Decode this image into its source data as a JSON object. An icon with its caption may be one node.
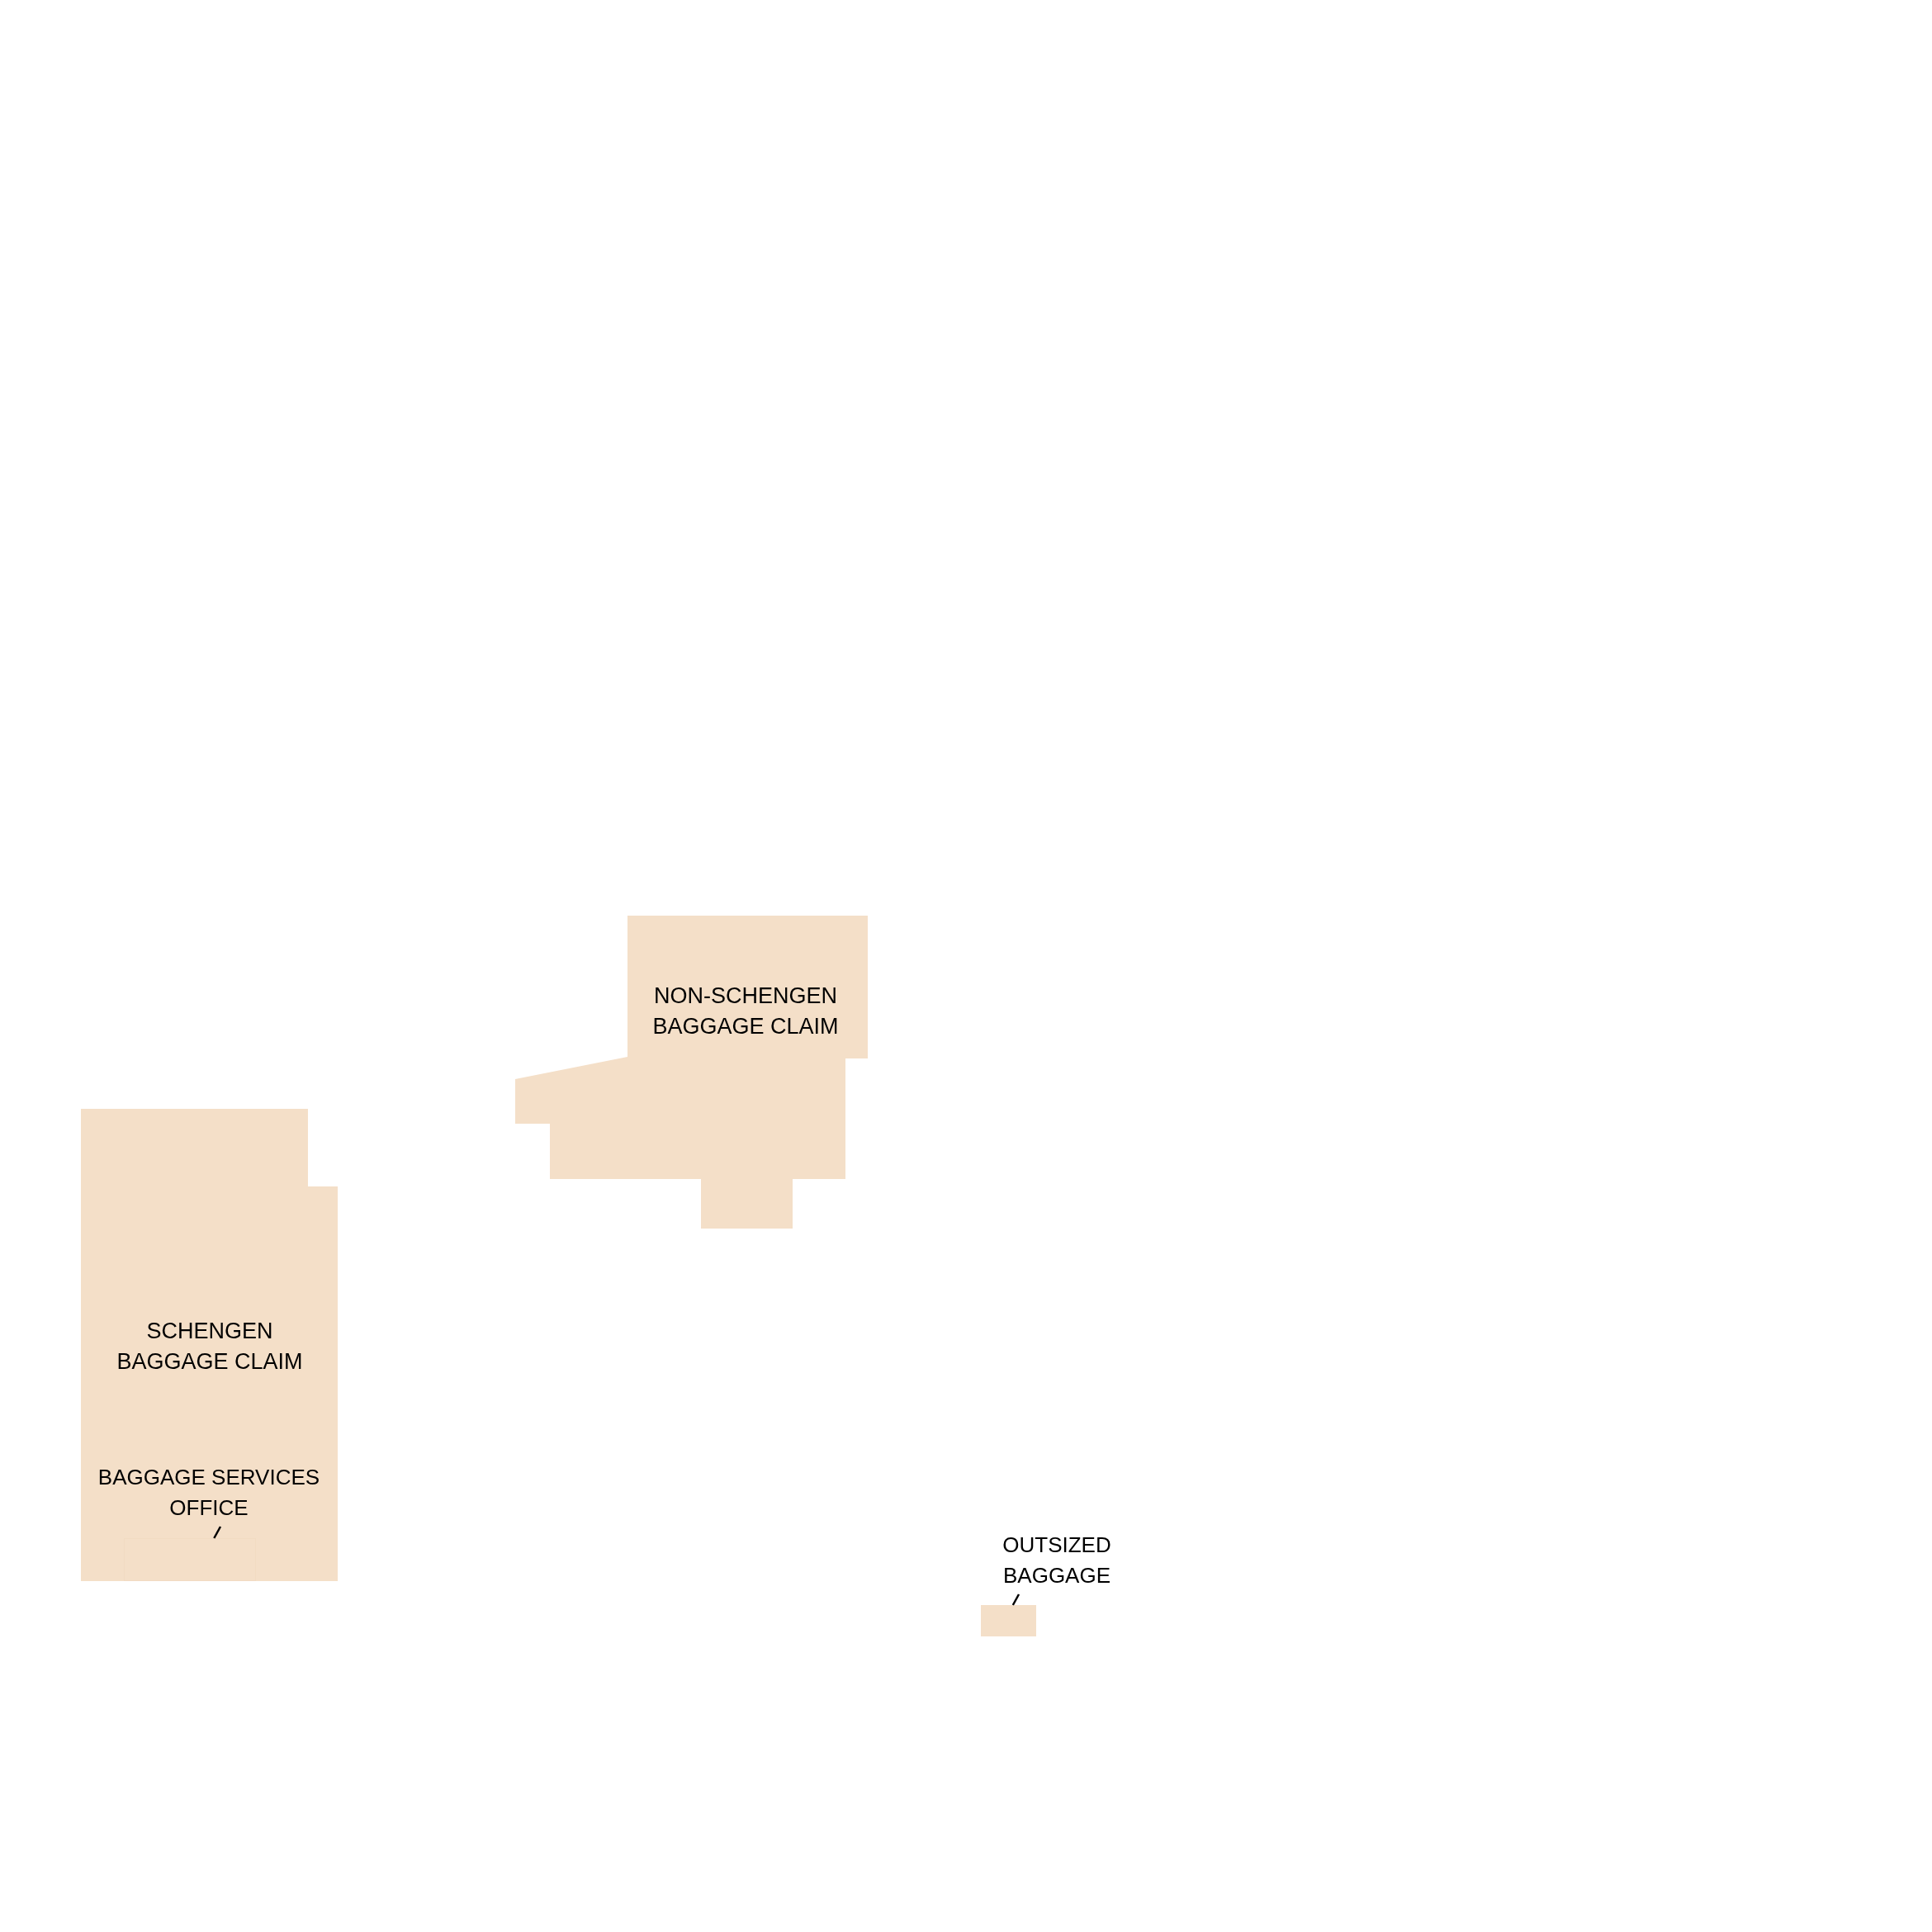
{
  "diagram": {
    "nodes": [
      {
        "text": [
          "NON-SCHENGEN BAGGAGE CLAIM"
        ]
      },
      {
        "text": [
          "SCHENGEN BAGGAGE CLAIM"
        ]
      },
      {
        "text": [
          "BAGGAGE SERVICES OFFICE"
        ],
        "in": 1
      },
      {
        "text": [],
        "shape": "box",
        "in": 1
      },
      {
        "text": [
          "OUTSIZED BAGGAGE"
        ]
      },
      {
        "text": [],
        "shape": "box"
      }
    ],
    "edges": [
      {
        "from": 2,
        "to": 3,
        "arrow": "none"
      },
      {
        "from": 4,
        "to": 5,
        "arrow": "none"
      }
    ]
  }
}
